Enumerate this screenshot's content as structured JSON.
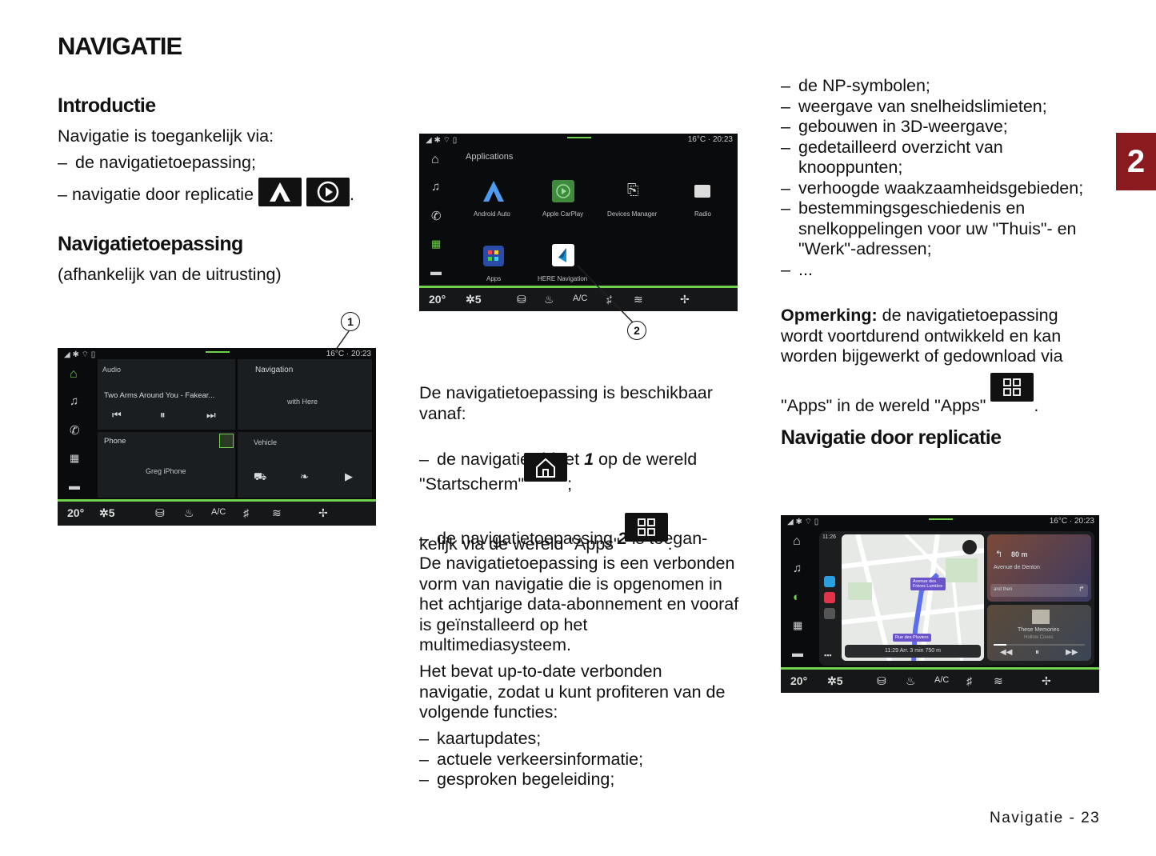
{
  "page": {
    "title": "NAVIGATIE",
    "chapter_number": "2",
    "footer": "Navigatie - 23"
  },
  "intro": {
    "heading": "Introductie",
    "lead": "Navigatie is toegankelijk via:",
    "item1": "de navigatietoepassing;",
    "item2": "navigatie door replicatie",
    "item2_end": "."
  },
  "navapp": {
    "heading": "Navigatietoepassing",
    "sub": "(afhankelijk van de uitrusting)"
  },
  "screen1": {
    "time": "16°C · 20:23",
    "audio_label": "Audio",
    "track": "Two Arms Around You - Fakear...",
    "nav_label": "Navigation",
    "nav_sub": "with Here",
    "phone_label": "Phone",
    "phone_device": "Greg iPhone",
    "vehicle_label": "Vehicle",
    "temp": "20",
    "fan": "5",
    "ac": "A/C",
    "callout": "1"
  },
  "screen2": {
    "time": "16°C · 20:23",
    "heading": "Applications",
    "apps": [
      "Android Auto",
      "Apple CarPlay",
      "Devices Manager",
      "Radio",
      "Apps",
      "HERE Navigation"
    ],
    "temp": "20",
    "fan": "5",
    "ac": "A/C",
    "callout": "2"
  },
  "col2": {
    "p1": "De navigatietoepassing is beschikbaar vanaf:",
    "b1a": "de navigatiewidget",
    "b1num": "1",
    "b1b": "op de wereld",
    "b1c": "\"Startscherm\"",
    "b1end": ";",
    "b2a": "de navigatietoepassing",
    "b2num": "2",
    "b2b": "is toegan-",
    "b2c": "kelijk via de wereld \"Apps\"",
    "b2end": ".",
    "p2": "De navigatietoepassing is een verbonden vorm van navigatie die is opgenomen in het achtjarige data-abonnement en vooraf is geïnstalleerd op het multimediasysteem.",
    "p3": "Het bevat up-to-date verbonden navigatie, zodat u kunt profiteren van de volgende functies:",
    "list": [
      "kaartupdates;",
      "actuele verkeersinformatie;",
      "gesproken begeleiding;"
    ]
  },
  "col3": {
    "list": [
      "de NP-symbolen;",
      "weergave van snelheidslimieten;",
      "gebouwen in 3D-weergave;",
      "gedetailleerd overzicht van knooppunten;",
      "verhoogde waakzaamheidsgebieden;",
      "bestemmingsgeschiedenis en snelkoppelingen voor uw \"Thuis\"- en \"Werk\"-adressen;",
      "..."
    ],
    "note_bold": "Opmerking:",
    "note": "de navigatietoepassing wordt voortdurend ontwikkeld en kan worden bijgewerkt of gedownload via",
    "note2": "\"Apps\" in de wereld \"Apps\"",
    "note_end": ".",
    "heading": "Navigatie door replicatie"
  },
  "screen3": {
    "time": "16°C · 20:23",
    "clock": "11:26",
    "street1": "Avenue des Frères Lumière",
    "street2": "Rue des Pluviers",
    "eta": "11:29 Arr.   3 min   750 m",
    "dist": "80 m",
    "road": "Avenue de Denton",
    "then": "and then",
    "song": "These Memories",
    "artist": "Hollow Coves",
    "temp": "20",
    "fan": "5",
    "ac": "A/C"
  },
  "colors": {
    "accent": "#8b1a1f",
    "screen_green": "#6fd14c"
  }
}
